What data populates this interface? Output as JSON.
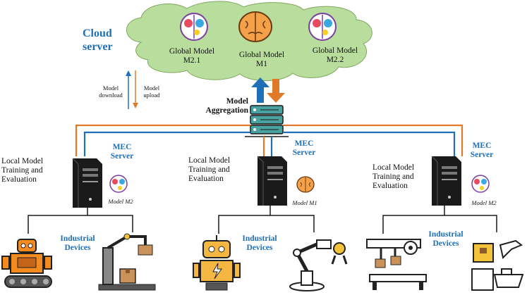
{
  "cloud": {
    "title": "Cloud server",
    "models": [
      {
        "line1": "Global Model",
        "line2": "M2.1"
      },
      {
        "line1": "Global Model",
        "line2": "M1"
      },
      {
        "line1": "Global Model",
        "line2": "M2.2"
      }
    ]
  },
  "legend": {
    "download": "Model download",
    "upload": "Model upload"
  },
  "aggregation": "Model Aggregation",
  "nodes": [
    {
      "local": "Local Model Training and Evaluation",
      "mec": "MEC Server",
      "model": "Model M2",
      "devices": "Industrial Devices"
    },
    {
      "local": "Local Model Training and Evaluation",
      "mec": "MEC Server",
      "model": "Model M1",
      "devices": "Industrial Devices"
    },
    {
      "local": "Local Model Training and Evaluation",
      "mec": "MEC Server",
      "model": "Model M2",
      "devices": "Industrial Devices"
    }
  ],
  "colors": {
    "cloud_fill": "#b9dd9c",
    "download": "#1f6fb8",
    "upload": "#e07a2a",
    "server": "#1a1a1a",
    "brain_orange": "#f4a14a",
    "device_orange": "#f58a1f"
  }
}
